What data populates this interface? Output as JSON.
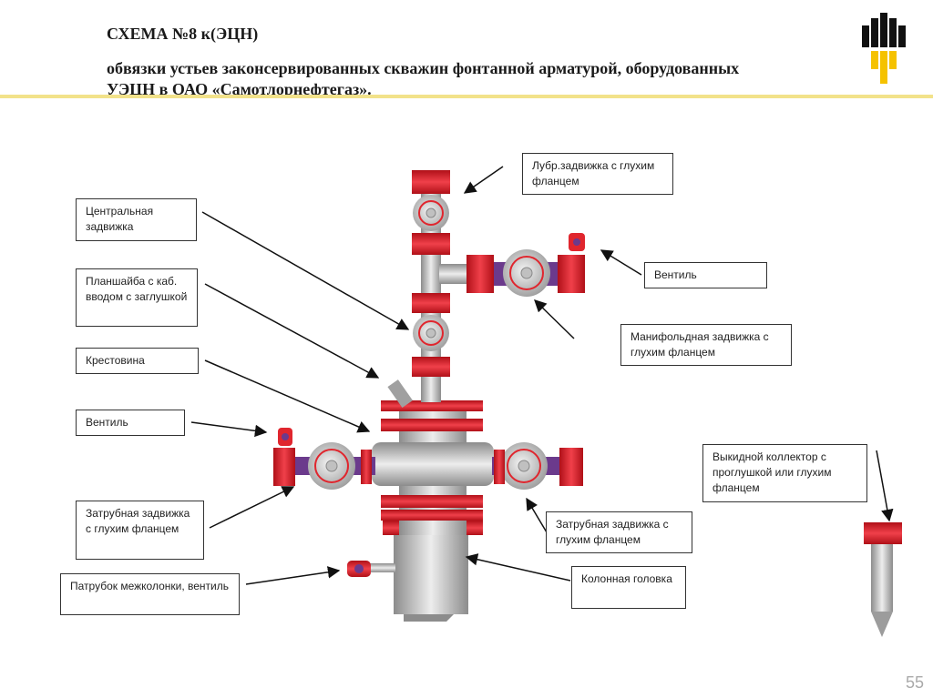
{
  "header": {
    "title": "СХЕМА №8 к(ЭЦН)",
    "subtitle": "обвязки устьев законсервированных скважин фонтанной арматурой, оборудованных УЭЦН в ОАО  «Самотлорнефтегаз»."
  },
  "labels": {
    "lubr_valve": "Лубр.задвижка с глухим фланцем",
    "central_valve": "Центральная задвижка",
    "plate_flange": "Планшайба с каб. вводом с заглушкой",
    "cross": "Крестовина",
    "vent_left": "Вентиль",
    "annulus_valve_left": "Затрубная задвижка с глухим фланцем",
    "intercasing_pipe": "Патрубок межколонки, вентиль",
    "vent_right": "Вентиль",
    "manifold_valve": "Манифольдная задвижка с глухим фланцем",
    "outlet_collector": "Выкидной коллектор с проглушкой или глухим фланцем",
    "annulus_valve_right": "Затрубная задвижка с глухим фланцем",
    "casing_head": "Колонная головка"
  },
  "page_number": "55",
  "colors": {
    "flange_red": "#e0262e",
    "body_gray": "#c8c8c8",
    "pipe_purple": "#6b3a8c",
    "logo_gold": "#f5c200",
    "rule_yellow": "#f2e28a"
  }
}
